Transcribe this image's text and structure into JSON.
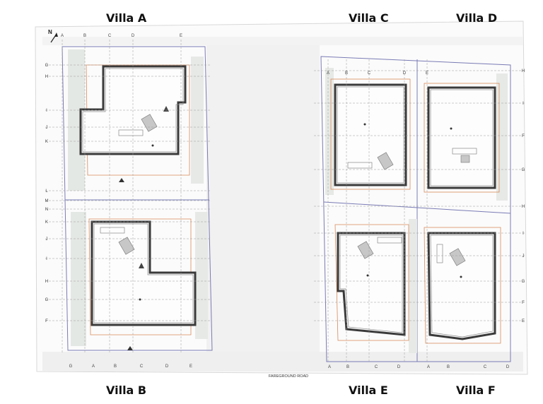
{
  "villas": {
    "a": "Villa A",
    "b": "Villa B",
    "c": "Villa C",
    "d": "Villa D",
    "e": "Villa E",
    "f": "Villa F"
  },
  "plan": {
    "north_label": "N",
    "bottom_road_label": "FAREGROUND ROAD",
    "grid_top_left": [
      "A",
      "B",
      "C",
      "D",
      "E"
    ],
    "grid_top_right": [
      "A",
      "B",
      "C",
      "D",
      "E"
    ],
    "grid_bottom_left": [
      "G",
      "A",
      "B",
      "C",
      "D",
      "E"
    ],
    "grid_bottom_right": [
      "A",
      "B",
      "C",
      "D",
      "A",
      "B",
      "C",
      "D"
    ],
    "grid_side_left": [
      "G",
      "H",
      "I",
      "J",
      "K",
      "L",
      "M",
      "N",
      "K",
      "J",
      "I",
      "H",
      "G",
      "F"
    ],
    "grid_side_right": [
      "H",
      "I",
      "F",
      "G",
      "H",
      "I",
      "J",
      "G",
      "F",
      "E"
    ],
    "colors": {
      "line": "#6b6b6b",
      "grid": "#9a9a9a",
      "boundary": "#7a7bb5",
      "wall": "#3a3a3a",
      "accent_orange": "#d98a5a",
      "lot_fill": "#eeeeee",
      "road_fill": "#f3f3f3"
    }
  }
}
